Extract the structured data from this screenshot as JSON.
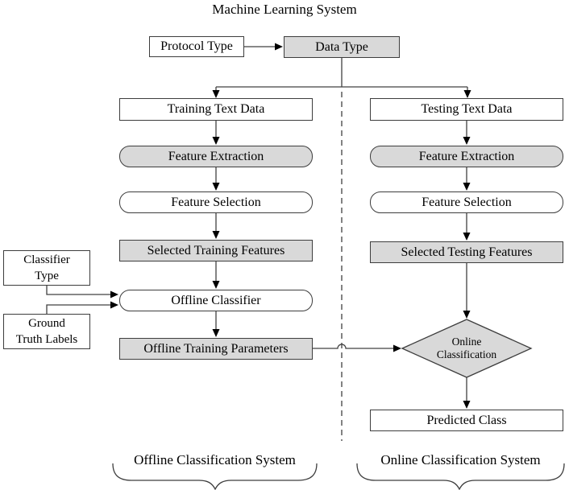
{
  "title": "Machine Learning System",
  "colors": {
    "node_fill_gray": "#d9d9d9",
    "node_fill_white": "#ffffff",
    "border": "#3d3d3d",
    "connector": "#404040",
    "arrowhead": "#000000"
  },
  "nodes": {
    "protocol_type": {
      "label": "Protocol Type"
    },
    "data_type": {
      "label": "Data Type"
    },
    "training_text_data": {
      "label": "Training Text Data"
    },
    "feature_extraction_offline": {
      "label": "Feature Extraction"
    },
    "feature_selection_offline": {
      "label": "Feature Selection"
    },
    "selected_training_features": {
      "label": "Selected Training Features"
    },
    "classifier_type": {
      "line1": "Classifier",
      "line2": "Type"
    },
    "offline_classifier": {
      "label": "Offline Classifier"
    },
    "ground_truth_labels": {
      "line1": "Ground",
      "line2": "Truth Labels"
    },
    "offline_training_parameters": {
      "label": "Offline Training Parameters"
    },
    "testing_text_data": {
      "label": "Testing Text Data"
    },
    "feature_extraction_online": {
      "label": "Feature Extraction"
    },
    "feature_selection_online": {
      "label": "Feature Selection"
    },
    "selected_testing_features": {
      "label": "Selected Testing Features"
    },
    "online_classification": {
      "line1": "Online",
      "line2": "Classification"
    },
    "predicted_class": {
      "label": "Predicted Class"
    }
  },
  "footers": {
    "offline": "Offline Classification System",
    "online": "Online Classification System"
  }
}
